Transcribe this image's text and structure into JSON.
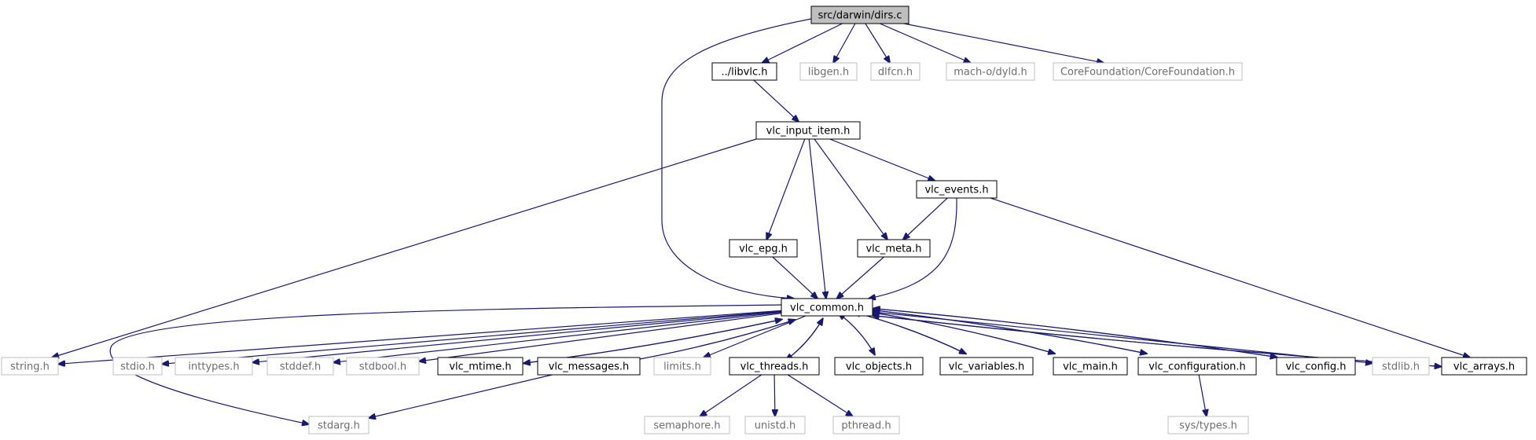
{
  "diagram": {
    "title": "src/darwin/dirs.c",
    "colors": {
      "edge": "#191970",
      "root_fill": "#bfbfbf",
      "system_border": "#bfbfbf",
      "system_text": "#6e6e6e",
      "local_border": "#000000"
    },
    "nodes": [
      {
        "id": "dirs_c",
        "label": "src/darwin/dirs.c",
        "kind": "root"
      },
      {
        "id": "libvlc_h",
        "label": "../libvlc.h",
        "kind": "local"
      },
      {
        "id": "libgen_h",
        "label": "libgen.h",
        "kind": "system"
      },
      {
        "id": "dlfcn_h",
        "label": "dlfcn.h",
        "kind": "system"
      },
      {
        "id": "dyld_h",
        "label": "mach-o/dyld.h",
        "kind": "system"
      },
      {
        "id": "corefoundation_h",
        "label": "CoreFoundation/CoreFoundation.h",
        "kind": "system"
      },
      {
        "id": "vlc_input_item_h",
        "label": "vlc_input_item.h",
        "kind": "local"
      },
      {
        "id": "vlc_events_h",
        "label": "vlc_events.h",
        "kind": "local"
      },
      {
        "id": "vlc_epg_h",
        "label": "vlc_epg.h",
        "kind": "local"
      },
      {
        "id": "vlc_meta_h",
        "label": "vlc_meta.h",
        "kind": "local"
      },
      {
        "id": "vlc_common_h",
        "label": "vlc_common.h",
        "kind": "local"
      },
      {
        "id": "string_h",
        "label": "string.h",
        "kind": "system"
      },
      {
        "id": "stdio_h",
        "label": "stdio.h",
        "kind": "system"
      },
      {
        "id": "inttypes_h",
        "label": "inttypes.h",
        "kind": "system"
      },
      {
        "id": "stddef_h",
        "label": "stddef.h",
        "kind": "system"
      },
      {
        "id": "stdbool_h",
        "label": "stdbool.h",
        "kind": "system"
      },
      {
        "id": "vlc_mtime_h",
        "label": "vlc_mtime.h",
        "kind": "local"
      },
      {
        "id": "vlc_messages_h",
        "label": "vlc_messages.h",
        "kind": "local"
      },
      {
        "id": "limits_h",
        "label": "limits.h",
        "kind": "system"
      },
      {
        "id": "vlc_threads_h",
        "label": "vlc_threads.h",
        "kind": "local"
      },
      {
        "id": "vlc_objects_h",
        "label": "vlc_objects.h",
        "kind": "local"
      },
      {
        "id": "vlc_variables_h",
        "label": "vlc_variables.h",
        "kind": "local"
      },
      {
        "id": "vlc_main_h",
        "label": "vlc_main.h",
        "kind": "local"
      },
      {
        "id": "vlc_configuration_h",
        "label": "vlc_configuration.h",
        "kind": "local"
      },
      {
        "id": "vlc_config_h",
        "label": "vlc_config.h",
        "kind": "local"
      },
      {
        "id": "stdlib_h",
        "label": "stdlib.h",
        "kind": "system"
      },
      {
        "id": "vlc_arrays_h",
        "label": "vlc_arrays.h",
        "kind": "local"
      },
      {
        "id": "stdarg_h",
        "label": "stdarg.h",
        "kind": "system"
      },
      {
        "id": "semaphore_h",
        "label": "semaphore.h",
        "kind": "system"
      },
      {
        "id": "unistd_h",
        "label": "unistd.h",
        "kind": "system"
      },
      {
        "id": "pthread_h",
        "label": "pthread.h",
        "kind": "system"
      },
      {
        "id": "sys_types_h",
        "label": "sys/types.h",
        "kind": "system"
      }
    ],
    "edges": [
      {
        "from": "dirs_c",
        "to": "libvlc_h"
      },
      {
        "from": "dirs_c",
        "to": "libgen_h"
      },
      {
        "from": "dirs_c",
        "to": "dlfcn_h"
      },
      {
        "from": "dirs_c",
        "to": "dyld_h"
      },
      {
        "from": "dirs_c",
        "to": "corefoundation_h"
      },
      {
        "from": "dirs_c",
        "to": "vlc_common_h"
      },
      {
        "from": "libvlc_h",
        "to": "vlc_input_item_h"
      },
      {
        "from": "vlc_input_item_h",
        "to": "string_h"
      },
      {
        "from": "vlc_input_item_h",
        "to": "vlc_epg_h"
      },
      {
        "from": "vlc_input_item_h",
        "to": "vlc_common_h"
      },
      {
        "from": "vlc_input_item_h",
        "to": "vlc_meta_h"
      },
      {
        "from": "vlc_input_item_h",
        "to": "vlc_events_h"
      },
      {
        "from": "vlc_events_h",
        "to": "vlc_meta_h"
      },
      {
        "from": "vlc_events_h",
        "to": "vlc_common_h"
      },
      {
        "from": "vlc_events_h",
        "to": "vlc_arrays_h"
      },
      {
        "from": "vlc_epg_h",
        "to": "vlc_common_h"
      },
      {
        "from": "vlc_meta_h",
        "to": "vlc_common_h"
      },
      {
        "from": "vlc_common_h",
        "to": "string_h"
      },
      {
        "from": "vlc_common_h",
        "to": "stdio_h"
      },
      {
        "from": "vlc_common_h",
        "to": "inttypes_h"
      },
      {
        "from": "vlc_common_h",
        "to": "stddef_h"
      },
      {
        "from": "vlc_common_h",
        "to": "stdbool_h"
      },
      {
        "from": "vlc_common_h",
        "to": "vlc_mtime_h"
      },
      {
        "from": "vlc_common_h",
        "to": "vlc_messages_h"
      },
      {
        "from": "vlc_common_h",
        "to": "limits_h"
      },
      {
        "from": "vlc_common_h",
        "to": "vlc_threads_h"
      },
      {
        "from": "vlc_common_h",
        "to": "vlc_objects_h"
      },
      {
        "from": "vlc_common_h",
        "to": "vlc_variables_h"
      },
      {
        "from": "vlc_common_h",
        "to": "vlc_main_h"
      },
      {
        "from": "vlc_common_h",
        "to": "vlc_configuration_h"
      },
      {
        "from": "vlc_common_h",
        "to": "vlc_config_h"
      },
      {
        "from": "vlc_common_h",
        "to": "stdlib_h"
      },
      {
        "from": "vlc_common_h",
        "to": "vlc_arrays_h"
      },
      {
        "from": "vlc_common_h",
        "to": "stdarg_h"
      },
      {
        "from": "vlc_mtime_h",
        "to": "vlc_common_h"
      },
      {
        "from": "vlc_messages_h",
        "to": "vlc_common_h"
      },
      {
        "from": "vlc_messages_h",
        "to": "stdarg_h"
      },
      {
        "from": "vlc_threads_h",
        "to": "vlc_common_h"
      },
      {
        "from": "vlc_threads_h",
        "to": "semaphore_h"
      },
      {
        "from": "vlc_threads_h",
        "to": "unistd_h"
      },
      {
        "from": "vlc_threads_h",
        "to": "pthread_h"
      },
      {
        "from": "vlc_objects_h",
        "to": "vlc_common_h"
      },
      {
        "from": "vlc_variables_h",
        "to": "vlc_common_h"
      },
      {
        "from": "vlc_main_h",
        "to": "vlc_common_h"
      },
      {
        "from": "vlc_configuration_h",
        "to": "vlc_common_h"
      },
      {
        "from": "vlc_configuration_h",
        "to": "sys_types_h"
      },
      {
        "from": "vlc_config_h",
        "to": "vlc_common_h"
      },
      {
        "from": "vlc_arrays_h",
        "to": "vlc_common_h"
      }
    ]
  }
}
